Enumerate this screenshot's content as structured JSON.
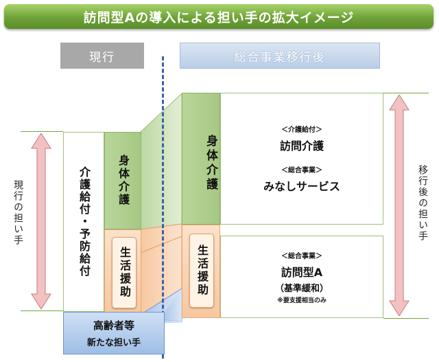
{
  "title": "訪問型Aの導入による担い手の拡大イメージ",
  "headers": {
    "current": "現行",
    "after": "総合事業移行後"
  },
  "left_side_label": "現行の担い手",
  "right_side_label": "移行後の担い手",
  "current": {
    "benefit_column": "介護給付・予防給付",
    "physical_care": "身体介護",
    "life_support": "生活援助",
    "new_helpers": {
      "line1": "高齢者等",
      "line2": "新たな担い手"
    }
  },
  "after": {
    "physical_care": "身体介護",
    "life_support": "生活援助",
    "upper_block": {
      "tag1": "＜介護給付＞",
      "name1": "訪問介護",
      "tag2": "＜総合事業＞",
      "name2": "みなしサービス"
    },
    "lower_block": {
      "tag": "＜総合事業＞",
      "name": "訪問型A",
      "sub": "（基準緩和）",
      "note": "※要支援相当のみ"
    }
  },
  "colors": {
    "title_green": "#6fa238",
    "care_green": "#a6c884",
    "support_orange": "#f7c8a0",
    "new_blue": "#9ebee6",
    "arrow_pink": "#e8a0a0",
    "divider_blue": "#3a63a8"
  }
}
